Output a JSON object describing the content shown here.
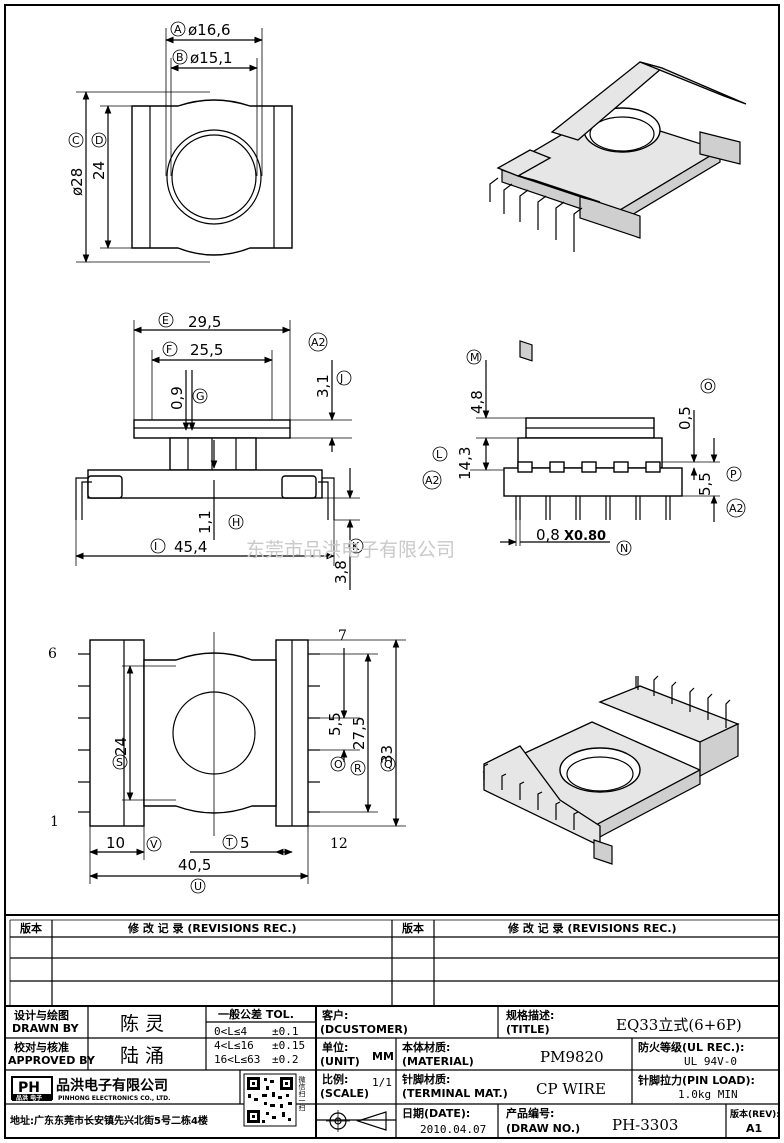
{
  "watermark": "东莞市品洪电子有限公司",
  "top_view": {
    "dims": [
      {
        "tag": "A",
        "text": "ø16,6"
      },
      {
        "tag": "B",
        "text": "ø15,1"
      },
      {
        "tag": "C",
        "text": "ø28"
      },
      {
        "tag": "D",
        "text": "24"
      }
    ]
  },
  "front_view": {
    "dims": [
      {
        "tag": "E",
        "text": "29,5"
      },
      {
        "tag": "F",
        "text": "25,5"
      },
      {
        "tag": "G",
        "text": "0,9"
      },
      {
        "tag": "A2",
        "text": "3,1"
      },
      {
        "tag": "J",
        "text": ""
      },
      {
        "tag": "H",
        "text": "1,1"
      },
      {
        "tag": "I",
        "text": "45,4"
      },
      {
        "tag": "K",
        "text": "3,8"
      }
    ]
  },
  "side_view": {
    "dims": [
      {
        "tag": "M",
        "text": "4,8"
      },
      {
        "tag": "L",
        "text": "14,3"
      },
      {
        "tag": "A2",
        "text": ""
      },
      {
        "tag": "O",
        "text": "0,5"
      },
      {
        "tag": "P",
        "text": "5,5"
      },
      {
        "tag": "A2b",
        "text": ""
      },
      {
        "tag": "N",
        "text": "0,8"
      },
      {
        "tag": "N2",
        "text": "X0.80"
      }
    ]
  },
  "bottom_view": {
    "pins": {
      "p6": "6",
      "p1": "1",
      "p7": "7",
      "p12": "12"
    },
    "dims": [
      {
        "tag": "S",
        "text": "24"
      },
      {
        "tag": "O",
        "text": "5,5"
      },
      {
        "tag": "R",
        "text": "27,5"
      },
      {
        "tag": "Q",
        "text": "33"
      },
      {
        "tag": "V",
        "text": "10"
      },
      {
        "tag": "T",
        "text": "5"
      },
      {
        "tag": "U",
        "text": "40,5"
      }
    ]
  },
  "revisions": {
    "version_col": "版本",
    "record_col": "修 改 记 录 (REVISIONS REC.)"
  },
  "title_block": {
    "designer_label_cn": "设计与绘图",
    "designer_label_en": "DRAWN BY",
    "designer": "陈 灵",
    "approver_label_cn": "校对与核准",
    "approver_label_en": "APPROVED BY",
    "approver": "陆 涌",
    "tol_title": "一般公差 TOL.",
    "tol_rows": [
      {
        "range": "0<L≤4",
        "tol": "±0.1"
      },
      {
        "range": "4<L≤16",
        "tol": "±0.15"
      },
      {
        "range": "16<L≤63",
        "tol": "±0.2"
      }
    ],
    "customer_label_cn": "客户:",
    "customer_label_en": "(DCUSTOMER)",
    "title_label_cn": "规格描述:",
    "title_label_en": "(TITLE)",
    "title_value": "EQ33立式(6+6P)",
    "unit_label_cn": "单位:",
    "unit_label_en": "(UNIT)",
    "unit_value": "MM",
    "material_label_cn": "本体材质:",
    "material_label_en": "(MATERIAL)",
    "material_value": "PM9820",
    "fire_label_cn": "防火等级(UL REC.):",
    "fire_value": "UL 94V-0",
    "scale_label_cn": "比例:",
    "scale_label_en": "(SCALE)",
    "scale_value": "1/1",
    "terminal_label_cn": "针脚材质:",
    "terminal_label_en": "(TERMINAL MAT.)",
    "terminal_value": "CP WIRE",
    "pinload_label": "针脚拉力(PIN LOAD):",
    "pinload_value": "1.0kg MIN",
    "date_label_cn": "日期(DATE):",
    "date_value": "2010.04.07",
    "drawno_label_cn": "产品编号:",
    "drawno_label_en": "(DRAW NO.)",
    "drawno_value": "PH-3303",
    "rev_label": "版本(REV):",
    "rev_value": "A1",
    "company_logo": "PH",
    "company_logo_sub": "品洪 电子",
    "company_cn": "品洪电子有限公司",
    "company_en": "PINHONG ELECTRONICS CO., LTD.",
    "address": "地址:广东东莞市长安镇先兴北街5号二栋4楼",
    "qr_caption": "微信扫一扫"
  }
}
